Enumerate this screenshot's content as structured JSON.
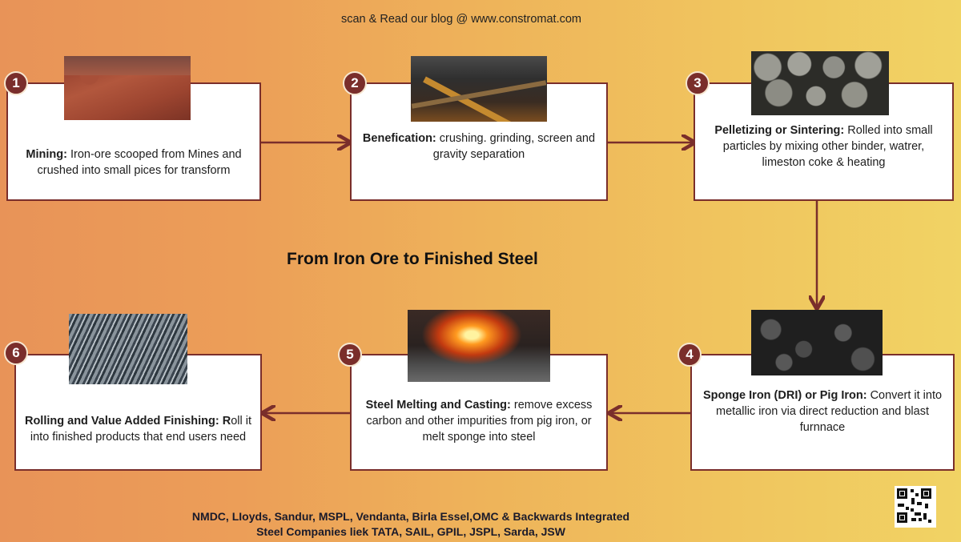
{
  "header": {
    "text": "scan & Read our blog  @ www.constromat.com"
  },
  "title": "From Iron Ore to Finished Steel",
  "steps": [
    {
      "number": "1",
      "title": "Mining:",
      "text": " Iron-ore scooped from Mines and crushed into small pices for transform",
      "image": "mining-photo"
    },
    {
      "number": "2",
      "title": "Benefication:",
      "text": " crushing. grinding, screen and gravity separation",
      "image": "beneficiation-plant-photo"
    },
    {
      "number": "3",
      "title": "Pelletizing or Sintering:",
      "text": " Rolled into small particles by mixing other binder, watrer, limeston coke & heating",
      "image": "iron-pellets-photo"
    },
    {
      "number": "4",
      "title": "Sponge Iron (DRI) or Pig Iron:",
      "text": " Convert it into metallic iron via direct reduction and blast furnnace",
      "image": "sponge-iron-photo"
    },
    {
      "number": "5",
      "title": "Steel Melting and Casting:",
      "text": " remove excess carbon and other impurities from pig iron, or melt sponge  into steel",
      "image": "steel-casting-photo"
    },
    {
      "number": "6",
      "title": "Rolling and Value Added Finishing: R",
      "text": "oll it into finished products that end users need",
      "image": "steel-rebar-photo"
    }
  ],
  "footer": {
    "line1": "NMDC, LIoyds, Sandur, MSPL, Vendanta, Birla Essel,OMC & Backwards Integrated",
    "line2": "Steel Companies liek TATA, SAIL, GPIL, JSPL, Sarda, JSW"
  },
  "colors": {
    "accent": "#7a2e2b",
    "card": "#ffffff",
    "gradient_start": "#e89358",
    "gradient_end": "#f1d364"
  }
}
